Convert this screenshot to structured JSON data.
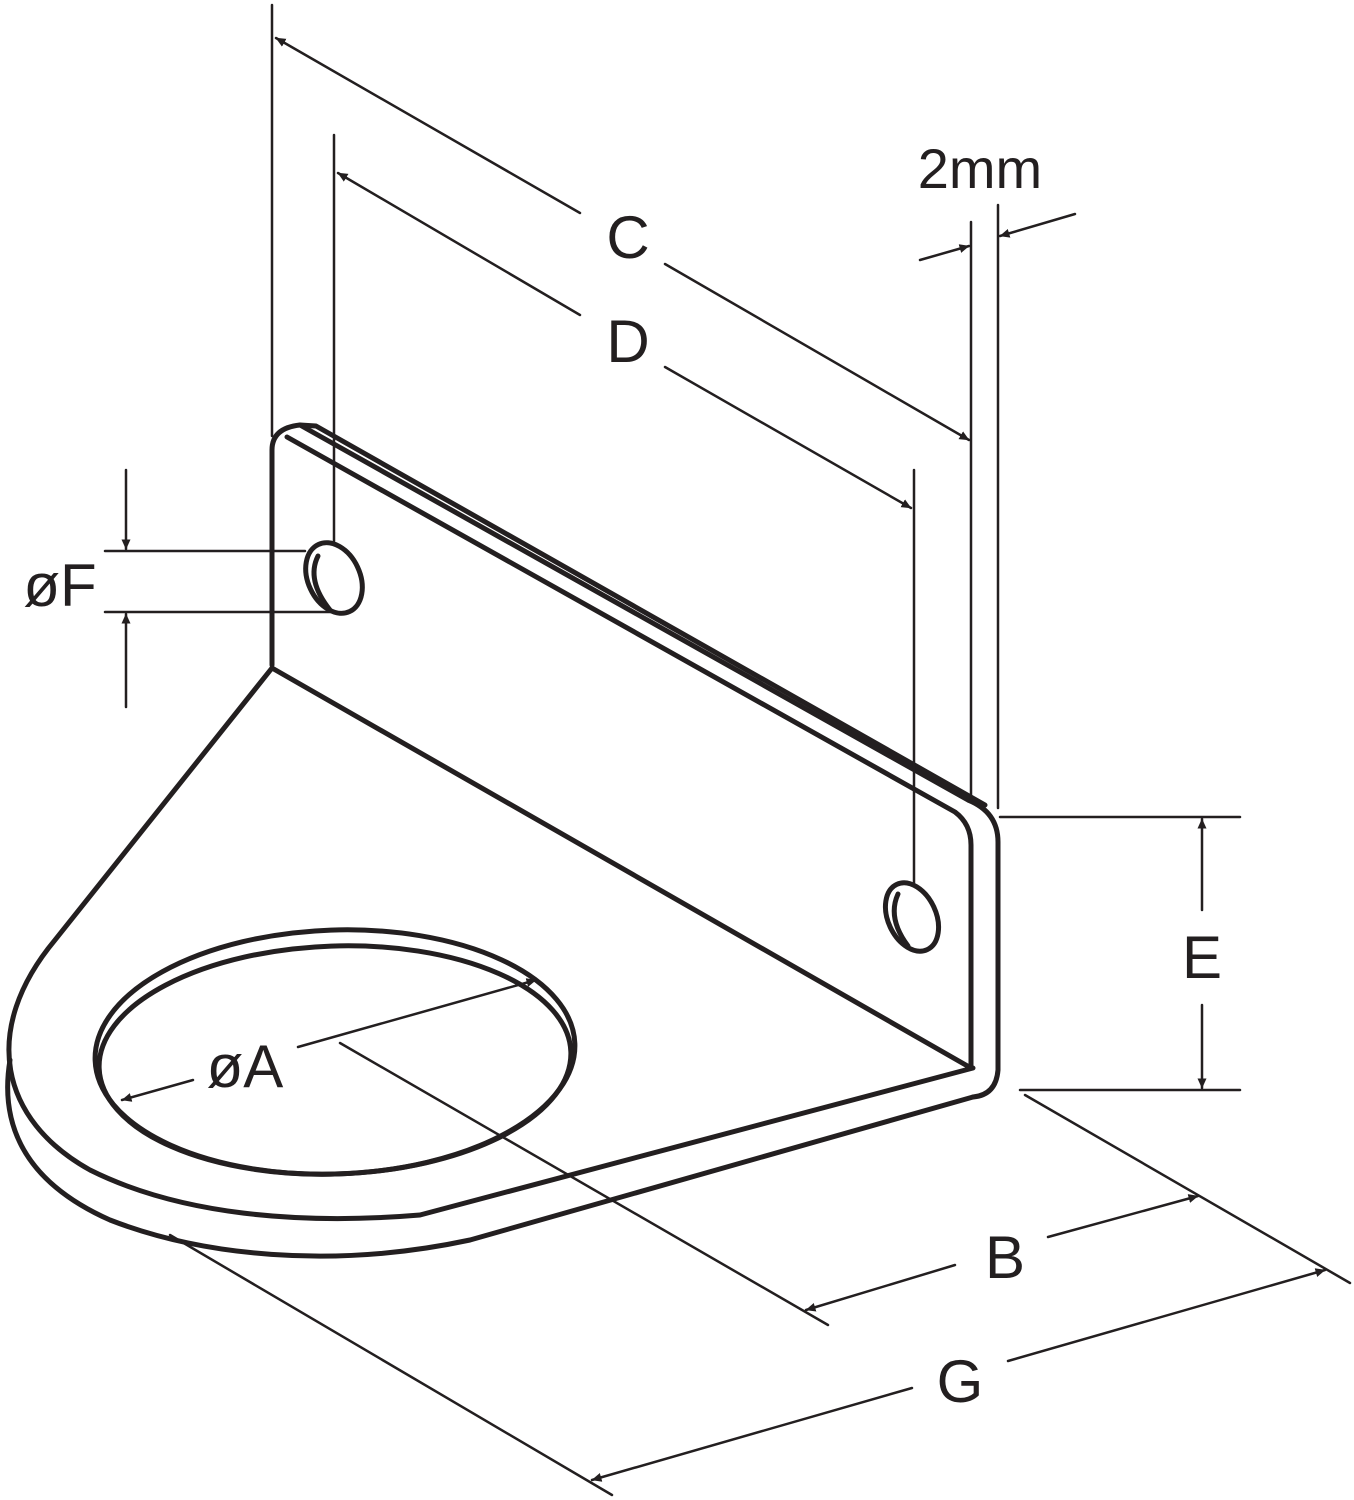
{
  "labels": {
    "C": "C",
    "D": "D",
    "thickness": "2mm",
    "F": "øF",
    "A": "øA",
    "E": "E",
    "B": "B",
    "G": "G"
  },
  "colors": {
    "line": "#231f20",
    "background": "#ffffff"
  }
}
